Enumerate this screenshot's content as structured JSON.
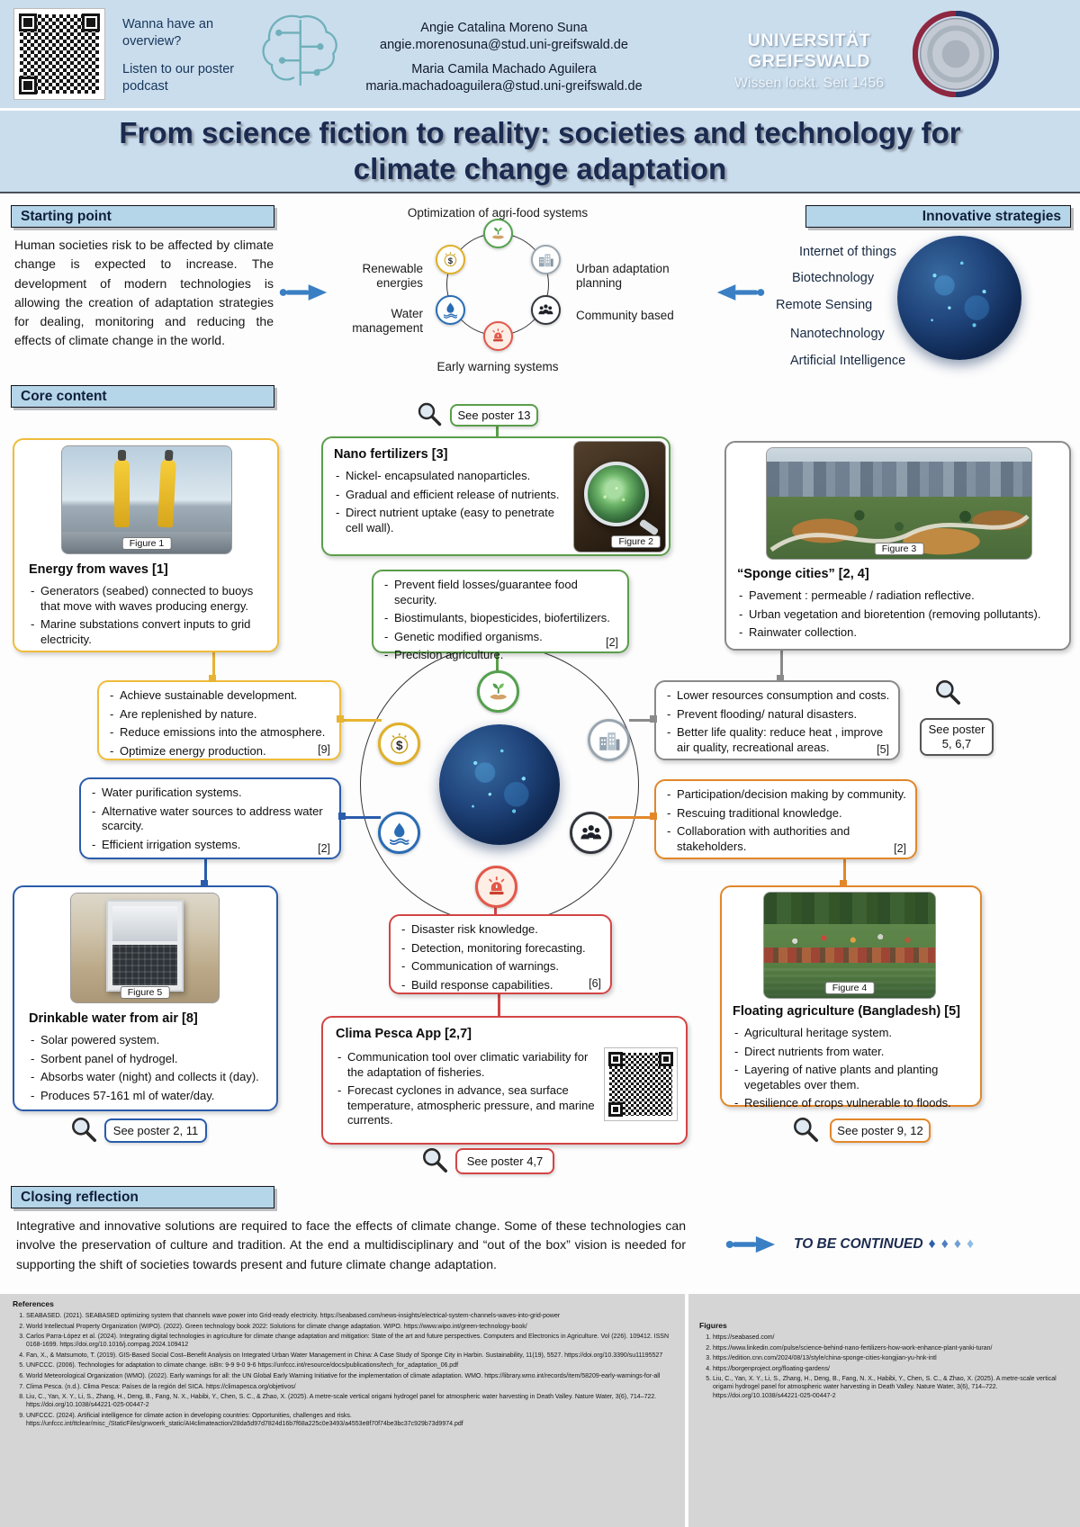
{
  "header": {
    "podcast": {
      "prompt": "Wanna have an overview?",
      "action": "Listen to our poster podcast"
    },
    "authors": [
      {
        "name": "Angie Catalina Moreno Suna",
        "email": "angie.morenosuna@stud.uni-greifswald.de"
      },
      {
        "name": "Maria Camila Machado Aguilera",
        "email": "maria.machadoaguilera@stud.uni-greifswald.de"
      }
    ],
    "university": {
      "name": "UNIVERSITÄT GREIFSWALD",
      "motto": "Wissen lockt. Seit 1456"
    }
  },
  "title": {
    "line1": "From science fiction to reality: societies and technology for",
    "line2": "climate change adaptation"
  },
  "sections": {
    "starting_point": {
      "heading": "Starting point",
      "text": "Human societies risk to be affected by climate change is expected to increase. The development of modern technologies is allowing the creation of adaptation strategies for dealing, monitoring and reducing the effects of climate change in the world."
    },
    "innovative": {
      "heading": "Innovative strategies",
      "items": [
        "Internet of things",
        "Biotechnology",
        "Remote Sensing",
        "Nanotechnology",
        "Artificial Intelligence"
      ]
    },
    "core": {
      "heading": "Core content"
    },
    "closing": {
      "heading": "Closing reflection",
      "text": "Integrative and innovative solutions are required to face the effects of climate change. Some of these technologies can involve the preservation of culture and tradition. At the end a multidisciplinary and “out of the box” vision is needed for supporting the shift of societies towards present and future climate change adaptation.",
      "to_be_continued": "TO BE CONTINUED",
      "diamonds": [
        "♦",
        "♦",
        "♦",
        "♦"
      ]
    }
  },
  "diagram": {
    "money_symbol": "$",
    "labels": {
      "agrifood": "Optimization of agri-food systems",
      "renewable": "Renewable energies",
      "urban": "Urban adaptation planning",
      "water": "Water management",
      "community": "Community based",
      "warning": "Early warning systems"
    }
  },
  "boxes": {
    "energy": {
      "title": "Energy from waves [1]",
      "figure": "Figure 1",
      "bullets": [
        "Generators (seabed) connected to buoys that move with waves producing energy.",
        "Marine substations convert inputs to grid electricity."
      ]
    },
    "nano": {
      "title": "Nano fertilizers [3]",
      "figure": "Figure 2",
      "bullets": [
        "Nickel- encapsulated nanoparticles.",
        "Gradual and efficient release of nutrients.",
        "Direct nutrient uptake (easy to penetrate cell wall)."
      ]
    },
    "sponge": {
      "title": "“Sponge cities” [2, 4]",
      "figure": "Figure 3",
      "bullets": [
        "Pavement : permeable / radiation reflective.",
        "Urban vegetation and bioretention (removing pollutants).",
        "Rainwater collection."
      ]
    },
    "agrifood_points": {
      "ref": "[2]",
      "bullets": [
        "Prevent field losses/guarantee food security.",
        "Biostimulants, biopesticides, biofertilizers.",
        "Genetic modified organisms.",
        "Precision agriculture."
      ]
    },
    "renewable_points": {
      "ref": "[9]",
      "bullets": [
        "Achieve sustainable development.",
        "Are replenished by nature.",
        "Reduce emissions into the atmosphere.",
        "Optimize energy production."
      ]
    },
    "urban_points": {
      "ref": "[5]",
      "bullets": [
        "Lower resources consumption and costs.",
        "Prevent flooding/ natural disasters.",
        "Better life quality: reduce heat , improve air quality, recreational areas."
      ]
    },
    "water_points": {
      "ref": "[2]",
      "bullets": [
        "Water purification systems.",
        "Alternative water sources to address water scarcity.",
        "Efficient irrigation systems."
      ]
    },
    "community_points": {
      "ref": "[2]",
      "bullets": [
        "Participation/decision making by community.",
        "Rescuing traditional knowledge.",
        "Collaboration with authorities and stakeholders."
      ]
    },
    "warning_points": {
      "ref": "[6]",
      "bullets": [
        "Disaster risk knowledge.",
        "Detection, monitoring forecasting.",
        "Communication of warnings.",
        "Build response capabilities."
      ]
    },
    "drinkable": {
      "title": "Drinkable water from air [8]",
      "figure": "Figure 5",
      "bullets": [
        "Solar powered system.",
        "Sorbent panel of hydrogel.",
        "Absorbs water (night) and collects it (day).",
        "Produces 57-161 ml of water/day."
      ]
    },
    "floating": {
      "title": "Floating agriculture (Bangladesh) [5]",
      "figure": "Figure 4",
      "bullets": [
        "Agricultural heritage system.",
        "Direct nutrients from water.",
        "Layering of native plants and planting vegetables over them.",
        "Resilience of crops vulnerable to floods."
      ]
    },
    "climapesca": {
      "title": "Clima Pesca App [2,7]",
      "bullets": [
        "Communication tool over climatic variability for the adaptation of fisheries.",
        "Forecast cyclones in advance, sea surface temperature, atmospheric pressure, and marine currents."
      ]
    }
  },
  "see_posters": {
    "p13": "See poster 13",
    "p567": "See poster 5, 6,7",
    "p2_11": "See poster 2, 11",
    "p9_12": "See poster 9, 12",
    "p4_7": "See poster 4,7"
  },
  "references": {
    "heading": "References",
    "items": [
      "SEABASED. (2021). SEABASED optimizing system that channels wave power into Grid-ready electricity. https://seabased.com/news-insights/electrical-system-channels-waves-into-grid-power",
      "World Intellectual Property Organization (WIPO). (2022). Green technology book 2022: Solutions for climate change adaptation. WIPO. https://www.wipo.int/green-technology-book/",
      "Carlos Parra-López et al. (2024). Integrating digital technologies in agriculture for climate change adaptation and mitigation: State of the art and future perspectives. Computers and Electronics in Agriculture. Vol (226). 109412. ISSN 0168-1699. https://doi.org/10.1016/j.compag.2024.109412",
      "Fan, X., & Matsumoto, T. (2019). GIS-Based Social Cost–Benefit Analysis on Integrated Urban Water Management in China: A Case Study of Sponge City in Harbin. Sustainability, 11(19), 5527. https://doi.org/10.3390/su11195527",
      "UNFCCC. (2006). Technologies for adaptation to climate change. isBn: 9-9 9-0 9-6 https://unfccc.int/resource/docs/publications/tech_for_adaptation_06.pdf",
      "World Meteorological Organization (WMO). (2022). Early warnings for all: the UN Global Early Warning Initiative for the implementation of climate adaptation. WMO. https://library.wmo.int/records/item/58209-early-warnings-for-all",
      "Clima Pesca. (n.d.). Clima Pesca: Países de la región del SICA. https://climapesca.org/objetivos/",
      "Liu, C., Yan, X. Y., Li, S., Zhang, H., Deng, B., Fang, N. X., Habibi, Y., Chen, S. C., & Zhao, X. (2025). A metre-scale vertical origami hydrogel panel for atmospheric water harvesting in Death Valley. Nature Water, 3(6), 714–722. https://doi.org/10.1038/s44221-025-00447-2",
      "UNFCCC. (2024). Artificial intelligence for climate action in developing countries: Opportunities, challenges and risks. https://unfccc.int/ttclear/misc_/StaticFiles/gnwoerk_static/AI4climateaction/28da5d97d7824d16b7f68a225c0e3493/a4553e8f70f74be3bc37c929b73d9974.pdf"
    ]
  },
  "figures": {
    "heading": "Figures",
    "items": [
      "https://seabased.com/",
      "https://www.linkedin.com/pulse/science-behind-nano-fertilizers-how-work-enhance-plant-yanki-turan/",
      "https://edition.cnn.com/2024/08/13/style/china-sponge-cities-kongjian-yu-hnk-intl",
      "https://borgenproject.org/floating-gardens/",
      "Liu, C., Yan, X. Y., Li, S., Zhang, H., Deng, B., Fang, N. X., Habibi, Y., Chen, S. C., & Zhao, X. (2025). A metre-scale vertical origami hydrogel panel for atmospheric water harvesting in Death Valley. Nature Water, 3(6), 714–722. https://doi.org/10.1038/s44221-025-00447-2"
    ]
  },
  "colors": {
    "header_bg": "#cadded",
    "title_text": "#1b2b50",
    "section_bar": "#b5d5e9",
    "accent_yellow": "#e8b431",
    "accent_green": "#5a9e4a",
    "accent_gray": "#8a8a8a",
    "accent_blue": "#2a5cac",
    "accent_orange": "#e2872a",
    "accent_red": "#d34545",
    "arrow_blue": "#3a7fc4"
  }
}
